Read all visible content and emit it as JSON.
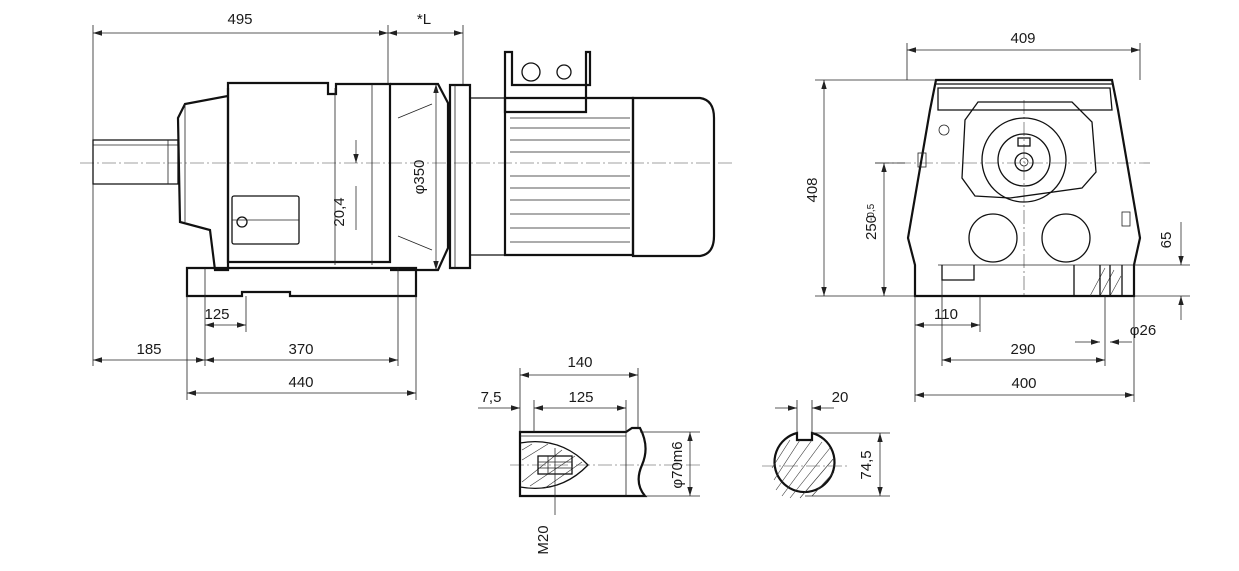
{
  "dimensions": {
    "side_total_length": "495",
    "motor_length": "*L",
    "flange_diameter": "φ350",
    "shaft_center_offset": "20,4",
    "foot_hole_distance": "125",
    "shaft_projection": "185",
    "foot_hole_spacing": "370",
    "foot_length": "440",
    "front_width": "409",
    "front_height": "408",
    "axis_height": "250",
    "axis_height_tolerance": "-0,5",
    "foot_thickness": "65",
    "foot_edge_distance": "110",
    "foot_bolt_hole": "φ26",
    "foot_hole_pitch": "290",
    "foot_width": "400",
    "shaft_length": "140",
    "shaft_shoulder": "7,5",
    "key_length": "125",
    "shaft_diameter": "φ70m6",
    "center_thread": "M20",
    "key_width": "20",
    "shaft_key_height": "74,5"
  }
}
